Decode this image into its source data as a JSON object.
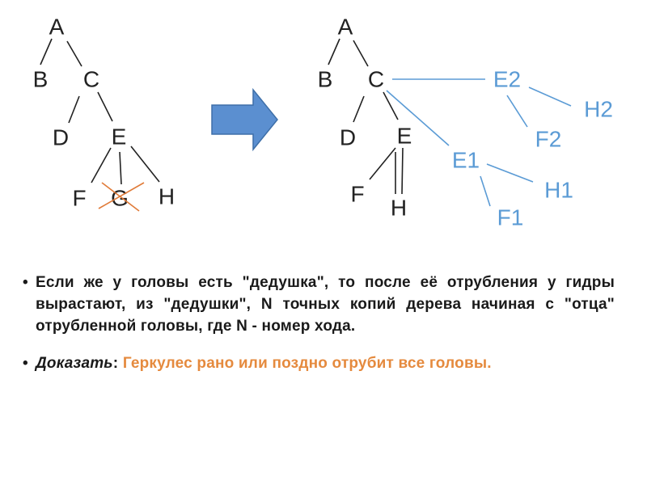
{
  "diagram": {
    "left_tree": {
      "labels": {
        "A": "A",
        "B": "B",
        "C": "C",
        "D": "D",
        "E": "E",
        "F": "F",
        "G": "G",
        "H": "H"
      },
      "cut_node": "G"
    },
    "right_tree": {
      "labels": {
        "A": "A",
        "B": "B",
        "C": "C",
        "D": "D",
        "E": "E",
        "F": "F",
        "H": "H",
        "E1": "E1",
        "F1": "F1",
        "H1": "H1",
        "E2": "E2",
        "F2": "F2",
        "H2": "H2"
      }
    },
    "colors": {
      "node": "#222222",
      "copy": "#5b9bd5",
      "cross": "#e07b39",
      "arrow_fill": "#5b8fd0",
      "arrow_stroke": "#3e6fa8"
    }
  },
  "bullets": [
    {
      "marker": "•",
      "text": "Если же у головы есть \"дедушка\", то после её отрубления у гидры вырастают, из \"дедушки\", N точных копий дерева начиная с \"отца\" отрубленной головы, где N - номер хода."
    },
    {
      "marker": "•",
      "lead": "Доказать",
      "separator": ": ",
      "text": "Геркулес рано или поздно отрубит все головы."
    }
  ]
}
